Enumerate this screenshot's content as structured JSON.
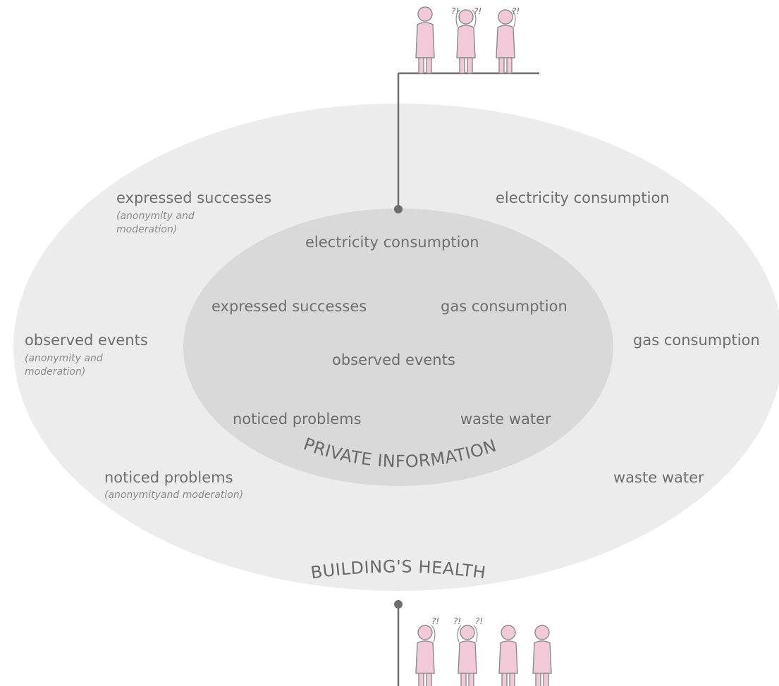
{
  "outer_ring": {
    "title": "BUILDING'S HEALTH",
    "left_items": [
      {
        "label": "expressed successes",
        "note_lines": [
          "(anonymity and",
          "moderation)"
        ]
      },
      {
        "label": "observed events",
        "note_lines": [
          "(anonymity and",
          "moderation)"
        ]
      },
      {
        "label": "noticed problems",
        "note_lines": [
          "(anonymityand moderation)"
        ]
      }
    ],
    "right_items": [
      "electricity consumption",
      "gas consumption",
      "waste water"
    ]
  },
  "inner_ring": {
    "title": "PRIVATE INFORMATION",
    "items": [
      "electricity consumption",
      "expressed successes",
      "gas consumption",
      "observed events",
      "noticed problems",
      "waste water"
    ]
  },
  "people": {
    "top_marks": [
      "?!",
      "?!",
      "?!"
    ],
    "bottom_marks": [
      "?!",
      "?!",
      "?!"
    ]
  },
  "colors": {
    "outer_ellipse": "#ececec",
    "inner_ellipse": "#d9d9d9",
    "figure_fill": "#f2c9d8",
    "line": "#6e6e6e"
  }
}
